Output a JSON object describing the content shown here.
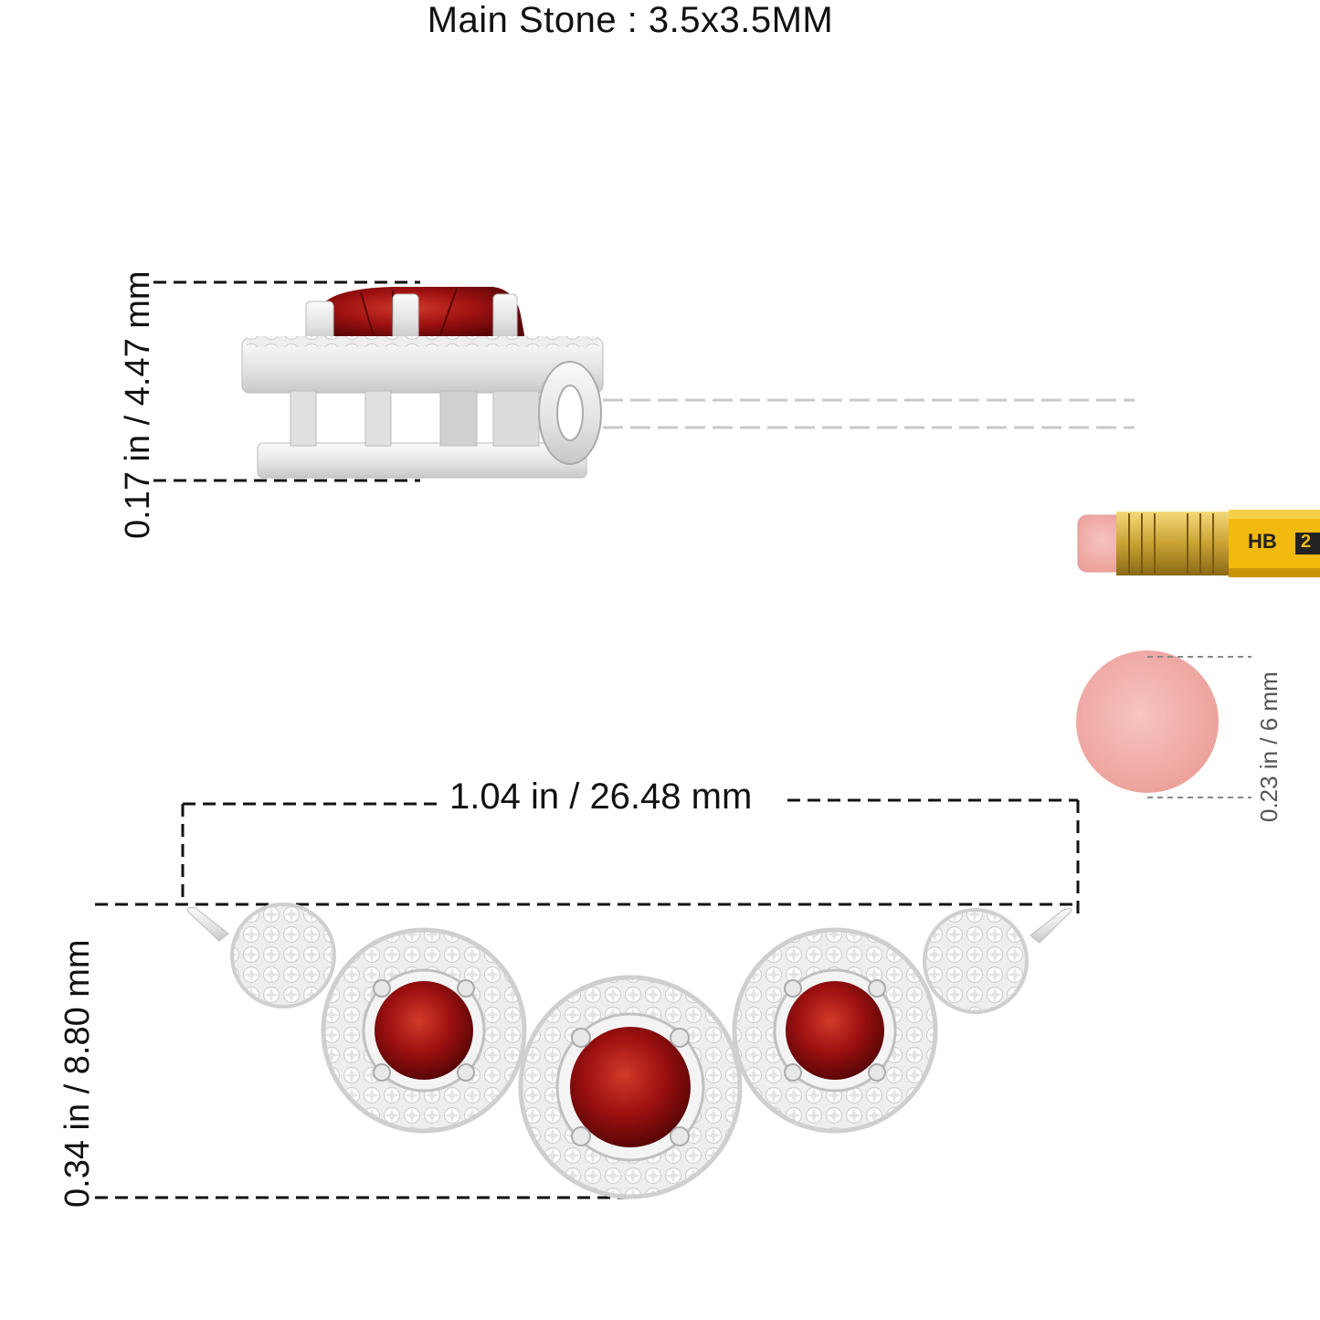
{
  "header": {
    "title": "Main Stone : 3.5x3.5MM"
  },
  "dimensions": {
    "side_height": "0.17 in / 4.47 mm",
    "width": "1.04 in / 26.48 mm",
    "front_height": "0.34 in / 8.80 mm",
    "eraser_diameter": "0.23 in / 6 mm"
  },
  "pencil": {
    "grade": "HB",
    "grade_number": "2"
  },
  "colors": {
    "ruby": "#9c1010",
    "metal": "#e6e6e6",
    "pencil_body": "#f2b90f",
    "ferrule": "#c9a233",
    "eraser": "#f3b4b0",
    "dash": "#111111"
  }
}
